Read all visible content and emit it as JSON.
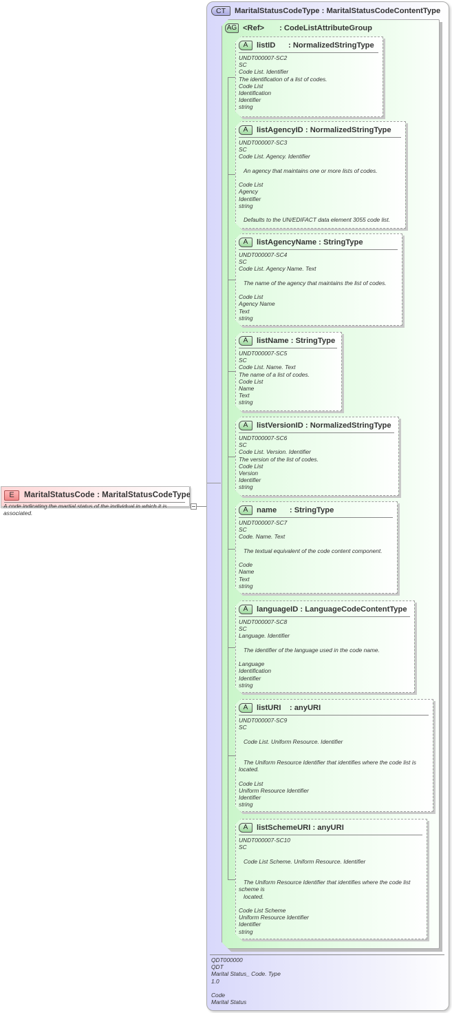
{
  "element": {
    "badge": "E",
    "title": "MaritalStatusCode : MaritalStatusCodeType",
    "description": "A code indicating the martial status of the individual in which it is associated."
  },
  "complex_type": {
    "badge": "CT",
    "title": "MaritalStatusCodeType : MaritalStatusCodeContentType",
    "footer": [
      "QDT000000",
      "QDT",
      "Marital Status_ Code. Type",
      "1.0",
      "",
      "Code",
      "Marital Status"
    ]
  },
  "attribute_group": {
    "badge": "AG",
    "ref_label": "<Ref>",
    "type": ": CodeListAttributeGroup"
  },
  "attributes": [
    {
      "badge": "A",
      "title": "listID      : NormalizedStringType",
      "lines": [
        "UNDT000007-SC2",
        "SC",
        "Code List. Identifier",
        "The identification of a list of codes.",
        "Code List",
        "Identification",
        "Identifier",
        "string"
      ]
    },
    {
      "badge": "A",
      "title": "listAgencyID : NormalizedStringType",
      "lines": [
        "UNDT000007-SC3",
        "SC",
        "Code List. Agency. Identifier",
        "",
        "   An agency that maintains one or more lists of codes.",
        "",
        "Code List",
        "Agency",
        "Identifier",
        "string",
        "",
        "   Defaults to the UN/EDIFACT data element 3055 code list."
      ]
    },
    {
      "badge": "A",
      "title": "listAgencyName : StringType",
      "lines": [
        "UNDT000007-SC4",
        "SC",
        "Code List. Agency Name. Text",
        "",
        "   The name of the agency that maintains the list of codes.",
        "",
        "Code List",
        "Agency Name",
        "Text",
        "string"
      ]
    },
    {
      "badge": "A",
      "title": "listName : StringType",
      "lines": [
        "UNDT000007-SC5",
        "SC",
        "Code List. Name. Text",
        "The name of a list of codes.",
        "Code List",
        "Name",
        "Text",
        "string"
      ]
    },
    {
      "badge": "A",
      "title": "listVersionID : NormalizedStringType",
      "lines": [
        "UNDT000007-SC6",
        "SC",
        "Code List. Version. Identifier",
        "The version of the list of codes.",
        "Code List",
        "Version",
        "Identifier",
        "string"
      ]
    },
    {
      "badge": "A",
      "title": "name      : StringType",
      "lines": [
        "UNDT000007-SC7",
        "SC",
        "Code. Name. Text",
        "",
        "   The textual equivalent of the code content component.",
        "",
        "Code",
        "Name",
        "Text",
        "string"
      ]
    },
    {
      "badge": "A",
      "title": "languageID : LanguageCodeContentType",
      "lines": [
        "UNDT000007-SC8",
        "SC",
        "Language. Identifier",
        "",
        "   The identifier of the language used in the code name.",
        "",
        "Language",
        "Identification",
        "Identifier",
        "string"
      ]
    },
    {
      "badge": "A",
      "title": "listURI    : anyURI",
      "lines": [
        "UNDT000007-SC9",
        "SC",
        "",
        "   Code List. Uniform Resource. Identifier",
        "",
        "",
        "   The Uniform Resource Identifier that identifies where the code list is",
        "located.",
        "",
        "Code List",
        "Uniform Resource Identifier",
        "Identifier",
        "string"
      ]
    },
    {
      "badge": "A",
      "title": "listSchemeURI : anyURI",
      "lines": [
        "UNDT000007-SC10",
        "SC",
        "",
        "   Code List Scheme. Uniform Resource. Identifier",
        "",
        "",
        "   The Uniform Resource Identifier that identifies where the code list",
        "scheme is",
        "   located.",
        "",
        "Code List Scheme",
        "Uniform Resource Identifier",
        "Identifier",
        "string"
      ]
    }
  ]
}
